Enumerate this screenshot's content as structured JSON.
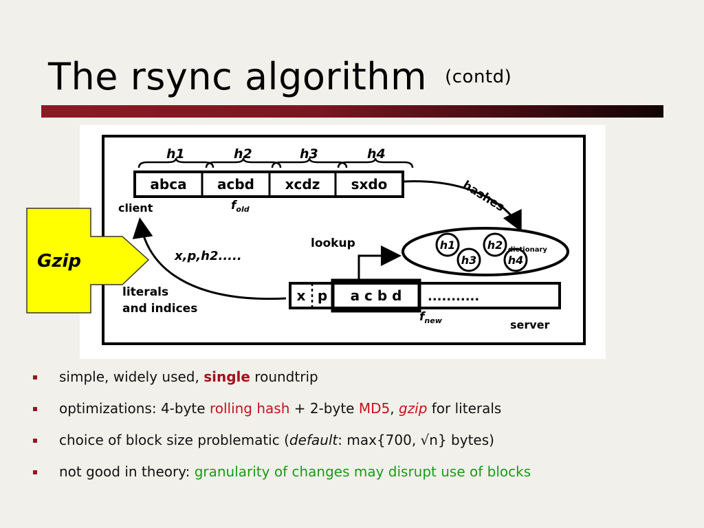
{
  "slide": {
    "title": "The rsync algorithm",
    "subtitle": "(contd)"
  },
  "diagram": {
    "hash_labels": [
      "h1",
      "h2",
      "h3",
      "h4"
    ],
    "blocks": [
      "abca",
      "acbd",
      "xcdz",
      "sxdo"
    ],
    "client_label": "client",
    "fold_label": "f",
    "fold_sub": "old",
    "hashes_label": "hashes",
    "lookup_label": "lookup",
    "dictionary_label": "dictionary",
    "dict_hashes": [
      "h1",
      "h2",
      "h3",
      "h4"
    ],
    "sent_label": "x,p,h2.....",
    "literals_line1": "literals",
    "literals_line2": "and indices",
    "server_cells": [
      "x",
      "p",
      "a c b d",
      "..........."
    ],
    "fnew_label": "f",
    "fnew_sub": "new",
    "server_label": "server"
  },
  "callout": {
    "label": "Gzip",
    "color": "#ffff00"
  },
  "bullets": [
    {
      "pre": "simple, widely used, ",
      "em": "single",
      "post": " roundtrip"
    },
    {
      "a": "optimizations: 4-byte ",
      "b": "rolling hash",
      "c": " + 2-byte ",
      "d": "MD5",
      "e": ", ",
      "f": "gzip",
      "g": " for literals"
    },
    {
      "a": "choice of block size problematic  (",
      "b": "default",
      "c": ": max{700, √n}  bytes)"
    },
    {
      "a": "not good in theory: ",
      "b": "granularity of changes may disrupt use of blocks"
    }
  ],
  "colors": {
    "accent_red": "#c4121e",
    "accent_green": "#1a9a1a",
    "rule_start": "#8c1a24",
    "rule_end": "#120305",
    "bullet": "#a01020"
  }
}
